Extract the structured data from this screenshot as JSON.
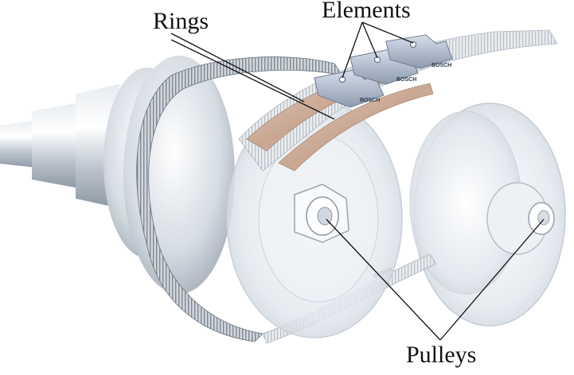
{
  "labels": {
    "rings": "Rings",
    "elements": "Elements",
    "pulleys": "Pulleys"
  },
  "brand_text": "BOSCH",
  "colors": {
    "steel_light": "#f4f6f8",
    "steel_mid": "#c9d0d8",
    "steel_dark": "#8e98a4",
    "ring_copper": "#c9a792",
    "element_blue": "#a9b6c8",
    "leader_line": "#111111"
  }
}
